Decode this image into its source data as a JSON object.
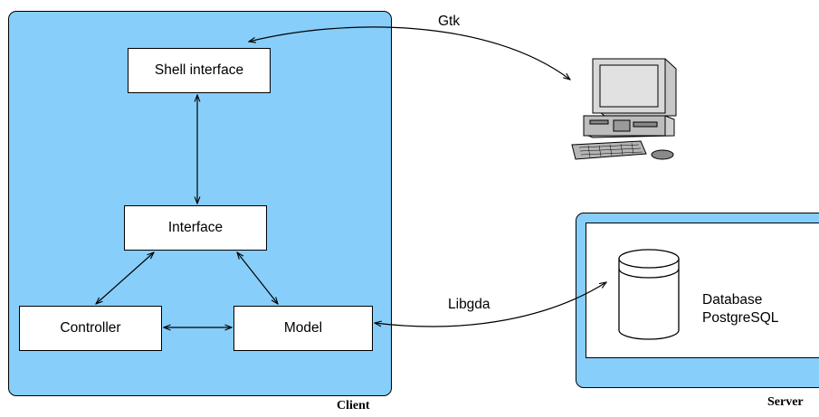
{
  "nodes": {
    "shell_interface": "Shell interface",
    "interface": "Interface",
    "controller": "Controller",
    "model": "Model"
  },
  "edges": {
    "gtk": "Gtk",
    "libgda": "Libgda"
  },
  "server": {
    "database_line1": "Database",
    "database_line2": "PostgreSQL"
  },
  "containers": {
    "client": "Client",
    "server": "Server"
  },
  "icons": [
    "desktop-computer-icon",
    "database-cylinder-icon"
  ],
  "colors": {
    "panel_fill": "#87cefa",
    "box_fill": "#ffffff",
    "stroke": "#000000"
  }
}
